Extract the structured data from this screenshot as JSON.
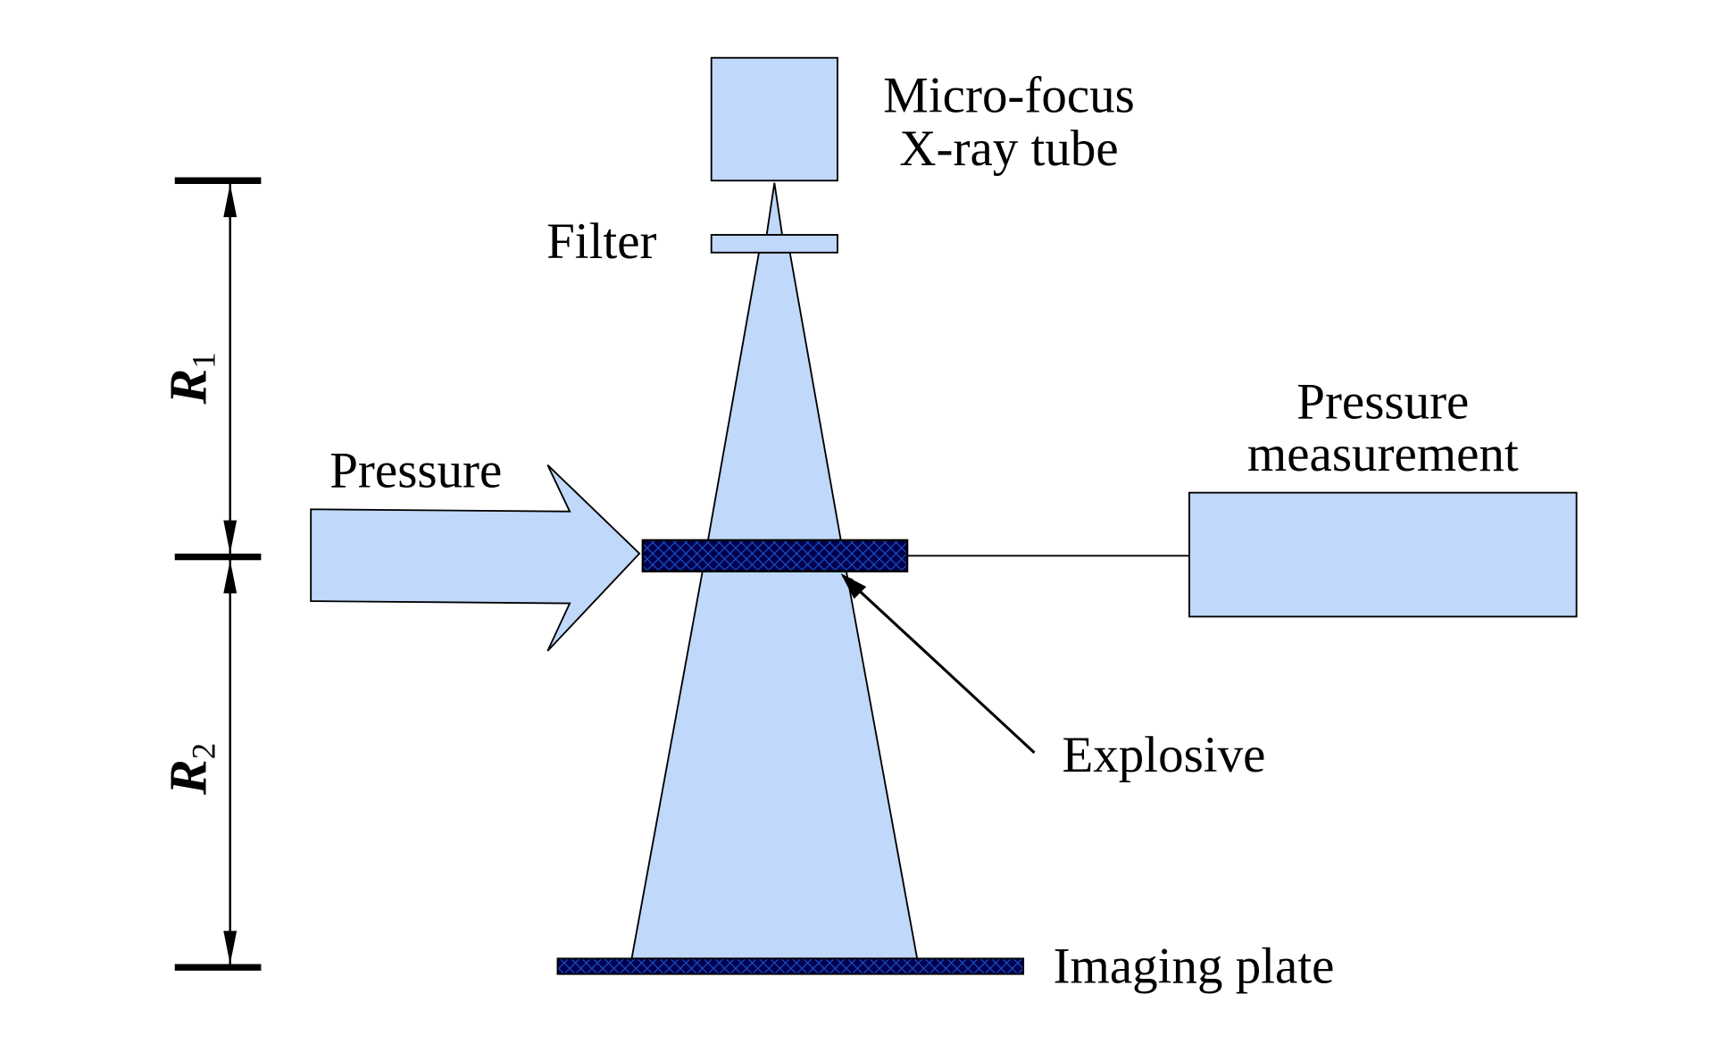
{
  "labels": {
    "xray_line1": "Micro-focus",
    "xray_line2": "X-ray tube",
    "filter": "Filter",
    "pressure": "Pressure",
    "pressure_measurement_line1": "Pressure",
    "pressure_measurement_line2": "measurement",
    "explosive": "Explosive",
    "imaging_plate": "Imaging plate",
    "r1": "R",
    "r1_sub": "1",
    "r2": "R",
    "r2_sub": "2"
  },
  "colors": {
    "component_fill": "#c0d8fa",
    "explosive_fill": "#00004e",
    "hatch": "#1a4fc0"
  }
}
